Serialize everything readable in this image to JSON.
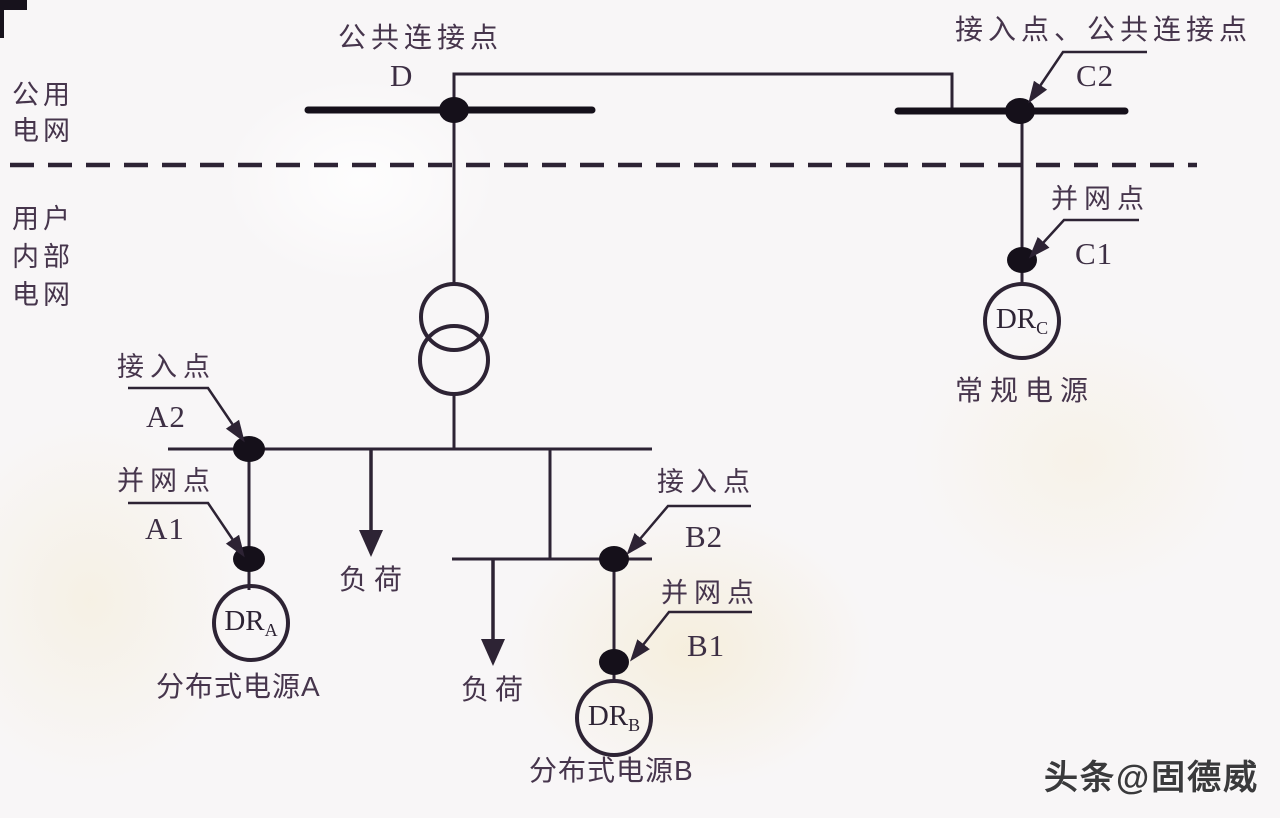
{
  "regions": {
    "public_grid": {
      "lines": [
        "公用",
        "电网"
      ]
    },
    "user_internal_grid": {
      "lines": [
        "用户",
        "内部",
        "电网"
      ]
    }
  },
  "points": {
    "d": {
      "label": "公共连接点",
      "id": "D"
    },
    "c2": {
      "label": "接入点、公共连接点",
      "id": "C2"
    },
    "c1": {
      "label": "并网点",
      "id": "C1"
    },
    "a2": {
      "label": "接入点",
      "id": "A2"
    },
    "a1": {
      "label": "并网点",
      "id": "A1"
    },
    "b2": {
      "label": "接入点",
      "id": "B2"
    },
    "b1": {
      "label": "并网点",
      "id": "B1"
    }
  },
  "sources": {
    "a": {
      "symbol": "DR",
      "subscript": "A",
      "caption": "分布式电源A"
    },
    "b": {
      "symbol": "DR",
      "subscript": "B",
      "caption": "分布式电源B"
    },
    "c": {
      "symbol": "DR",
      "subscript": "C",
      "caption": "常规电源"
    }
  },
  "loads": [
    {
      "label": "负荷"
    },
    {
      "label": "负荷"
    }
  ],
  "watermark": {
    "text": "头条@固德威"
  },
  "colors": {
    "line": "#2d2334",
    "busbar": "#15101a",
    "text": "#46354c",
    "watermark": "#3a3a3c",
    "background": "#f8f6f7"
  }
}
